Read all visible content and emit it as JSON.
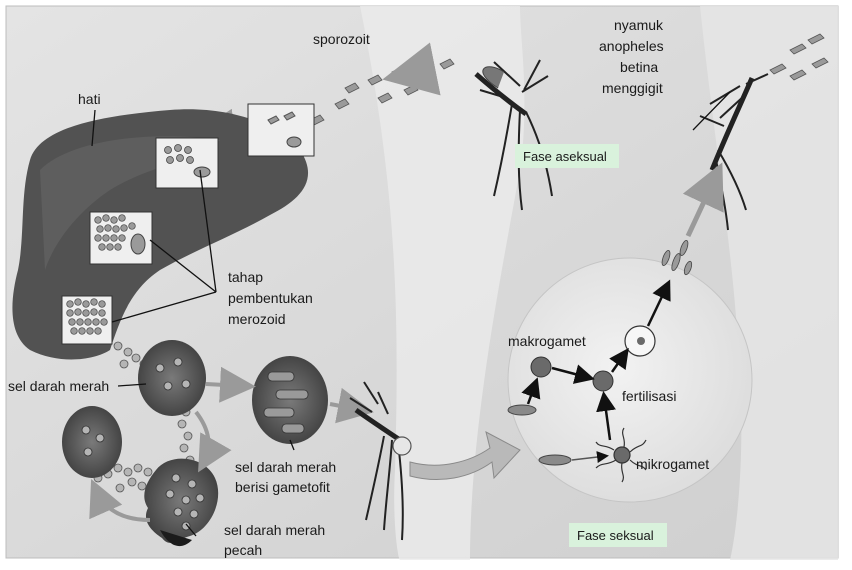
{
  "labels": {
    "sporozoit": "sporozoit",
    "mosquito_line1": "nyamuk",
    "mosquito_line2": "anopheles",
    "mosquito_line3": "betina",
    "mosquito_line4": "menggigit",
    "hati": "hati",
    "tahap_line1": "tahap",
    "tahap_line2": "pembentukan",
    "tahap_line3": "merozoid",
    "rbc": "sel darah merah",
    "rbc_game_line1": "sel darah merah",
    "rbc_game_line2": "berisi gametofit",
    "rbc_burst_line1": "sel darah merah",
    "rbc_burst_line2": "pecah",
    "makrogamet": "makrogamet",
    "fertilisasi": "fertilisasi",
    "mikrogamet": "mikrogamet"
  },
  "phases": {
    "asexual": "Fase aseksual",
    "sexual": "Fase seksual"
  },
  "colors": {
    "background": "#d6d6d6",
    "liver": "#4f4f4f",
    "phase_badge": "#d9f2dc",
    "blood_cell": "#5a5a5a",
    "gamete_circle": "#e9e9e9"
  }
}
